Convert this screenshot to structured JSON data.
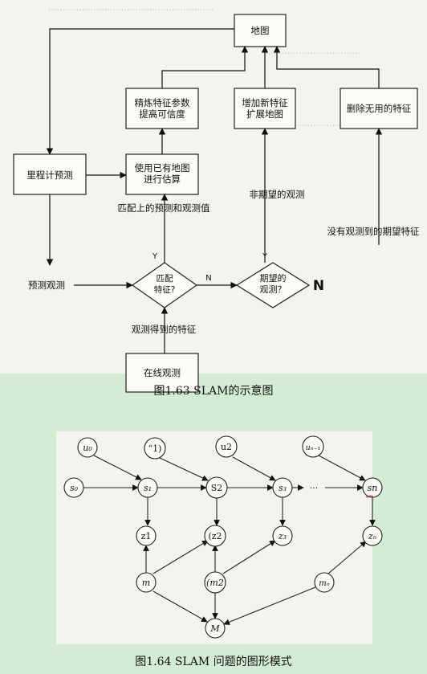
{
  "flowchart": {
    "boxes": {
      "map": "地图",
      "refine": "精炼特征参数\n提高可信度",
      "add": "增加新特征\n扩展地图",
      "delete": "删除无用的特征",
      "odometry": "里程计预测",
      "estimate": "使用已有地图\n进行估算",
      "online": "在线观测"
    },
    "diamonds": {
      "match": "匹配\n特征?",
      "expected": "期望的\n观测？"
    },
    "labels": {
      "predict_obs": "预测观测",
      "matched": "匹配上的预测和观测值",
      "unexpected": "非期望的观测",
      "no_obs": "没有观测到的期望特征",
      "observed": "观测得到的特征",
      "y1": "Y",
      "n1": "N",
      "y2": "Y",
      "n2": "N"
    }
  },
  "caption1": "图1.63  SLAM的示意图",
  "graph": {
    "nodes": {
      "u0": "u₀",
      "u1": "“1)",
      "u2": "u2",
      "un1": "uₙ₋₁",
      "s0": "s₀",
      "s1": "s₁",
      "s2": "S2",
      "s3": "s₃",
      "dots": "···",
      "sn": "sn",
      "z1": "z1",
      "z2": "(z2",
      "z3": "z₃",
      "zn": "zₙ",
      "m": "m",
      "m2": "(m2",
      "mn": "mₙ",
      "M": "M"
    }
  },
  "caption2": "图1.64  SLAM 问题的图形模式"
}
